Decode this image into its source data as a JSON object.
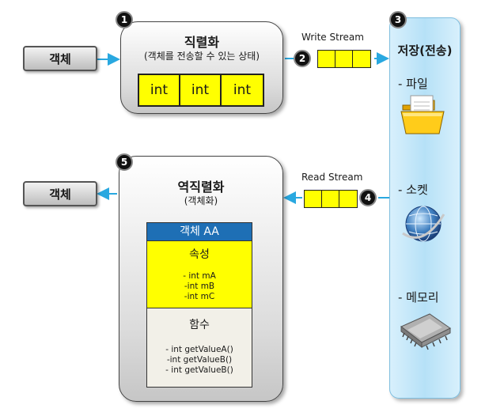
{
  "left_top_box": "객체",
  "left_bottom_box": "객체",
  "serialize": {
    "badge": "1",
    "title": "직렬화",
    "subtitle": "(객체를 전송할 수 있는 상태)",
    "cells": [
      "int",
      "int",
      "int"
    ]
  },
  "write_stream": {
    "badge": "2",
    "label": "Write Stream"
  },
  "storage": {
    "badge": "3",
    "title": "저장(전송)",
    "items": [
      {
        "label": "- 파일",
        "icon": "folder-icon"
      },
      {
        "label": "- 소켓",
        "icon": "globe-icon"
      },
      {
        "label": "- 메모리",
        "icon": "memory-chip-icon"
      }
    ]
  },
  "read_stream": {
    "badge": "4",
    "label": "Read Stream"
  },
  "deserialize": {
    "badge": "5",
    "title": "역직렬화",
    "subtitle": "(객체화)",
    "class_name": "객체 AA",
    "attr_title": "속성",
    "attrs": [
      "- int mA",
      "-int mB",
      "-int mC"
    ],
    "method_title": "함수",
    "methods": [
      "- int getValueA()",
      "-int getValueB()",
      "- int getValueB()"
    ]
  },
  "colors": {
    "accent_yellow": "#ffff00",
    "arrow_blue": "#29a8e0",
    "class_header": "#1e6fb5"
  }
}
